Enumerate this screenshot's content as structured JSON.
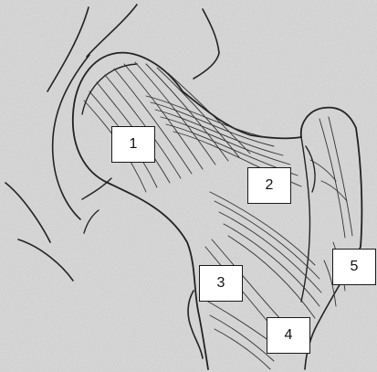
{
  "diagram": {
    "labels": [
      {
        "id": "1",
        "text": "1"
      },
      {
        "id": "2",
        "text": "2"
      },
      {
        "id": "3",
        "text": "3"
      },
      {
        "id": "4",
        "text": "4"
      },
      {
        "id": "5",
        "text": "5"
      }
    ]
  },
  "colors": {
    "paper": "#dcdcdc",
    "ink": "#222222",
    "label_background": "#ffffff"
  }
}
